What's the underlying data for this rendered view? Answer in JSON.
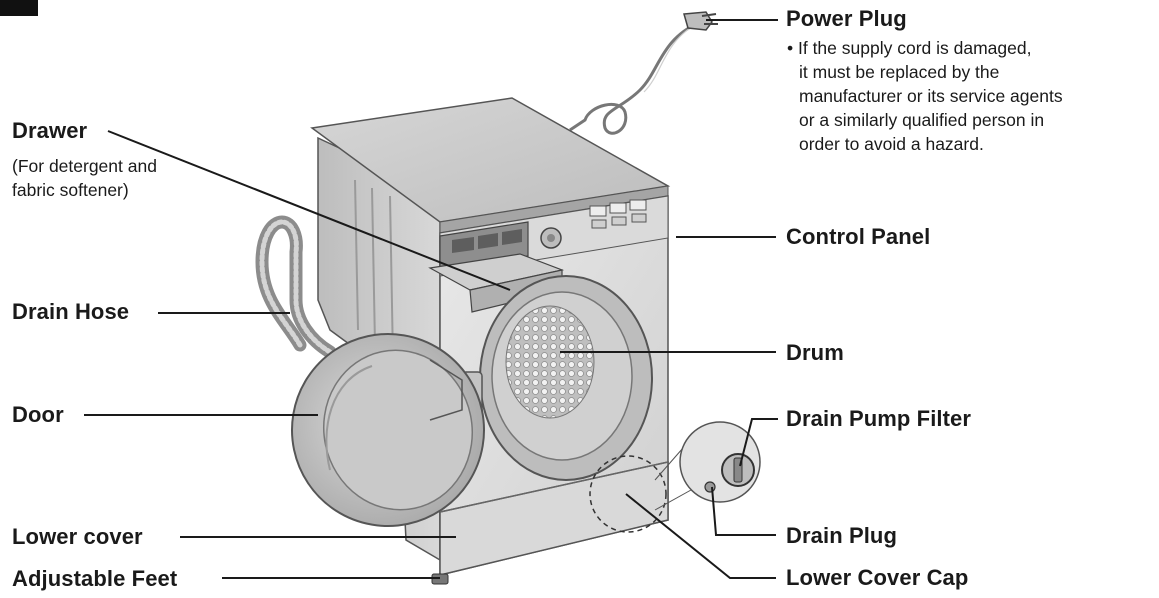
{
  "labels": {
    "power_plug": "Power Plug",
    "power_plug_note": [
      "• If the supply cord is damaged,",
      "it must be replaced by the",
      "manufacturer or its service agents",
      "or a similarly qualified person in",
      "order to avoid a hazard."
    ],
    "drawer": "Drawer",
    "drawer_note": [
      "(For detergent and",
      "fabric softener)"
    ],
    "control_panel": "Control Panel",
    "drain_hose": "Drain Hose",
    "drum": "Drum",
    "door": "Door",
    "drain_pump_filter": "Drain Pump Filter",
    "drain_plug": "Drain Plug",
    "lower_cover": "Lower cover",
    "adjustable_feet": "Adjustable Feet",
    "lower_cover_cap": "Lower Cover Cap"
  },
  "colors": {
    "line": "#1a1a1a",
    "body_light": "#e4e4e4",
    "body_mid": "#c9c9c9",
    "body_dark": "#a9a9a9"
  }
}
